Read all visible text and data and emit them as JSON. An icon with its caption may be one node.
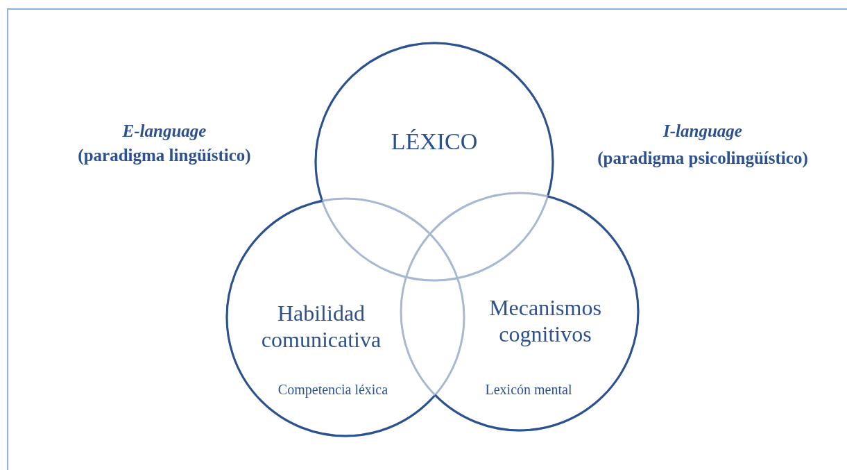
{
  "diagram": {
    "nodes": [
      {
        "text": [
          "LÉXICO"
        ]
      },
      {
        "text": [
          "Habilidad comunicativa",
          "Competencia léxica"
        ]
      },
      {
        "text": [
          "Mecanismos cognitivos",
          "Lexicón mental"
        ]
      }
    ],
    "labels": [
      "E-language",
      "(paradigma lingüístico)",
      "I-language",
      "(paradigma psicolingüístico)"
    ]
  }
}
